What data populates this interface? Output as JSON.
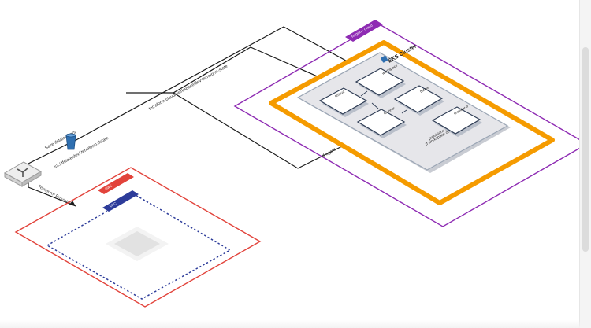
{
  "colors": {
    "outer_frame": "#8e2bb3",
    "orange_region": "#f59b00",
    "cluster_fill": "#e6e6ea",
    "cluster_border": "#9aa5b4",
    "node_border": "#2f3d55",
    "red_frame": "#e2433b",
    "blue_dotted": "#2d3c9a",
    "connector": "#1a1a1a",
    "storage_blue": "#2f6fb0"
  },
  "outer_frame": {
    "tag": "Region · Cloud"
  },
  "cluster": {
    "title": "EKS Cluster",
    "icon": "eks-cluster-icon"
  },
  "nodes": [
    {
      "id": "n1",
      "label": "workspace"
    },
    {
      "id": "n2",
      "label": "tfcloud"
    },
    {
      "id": "n3",
      "label": "tfstate"
    },
    {
      "id": "n4",
      "label": "tfrunner"
    },
    {
      "id": "n5",
      "label": "provider-tf"
    }
  ],
  "cluster_note": [
    "provisions the",
    "tf workspace object"
  ],
  "connectors": {
    "long_upper": "terraform-cloud/workspace/dev-terraform-state",
    "long_lower": "tf-agent",
    "storage_label": "Save tfstate/tfvars",
    "storage_sub": "s3://tfstate/dev/.terraform.tfstate",
    "router_down": "Terraform Provision"
  },
  "red_frame": {
    "tag": "AWS"
  },
  "blue_frame": {
    "tag": "VPC"
  },
  "icons": [
    "router-icon",
    "storage-bucket-icon",
    "eks-cluster-icon"
  ]
}
